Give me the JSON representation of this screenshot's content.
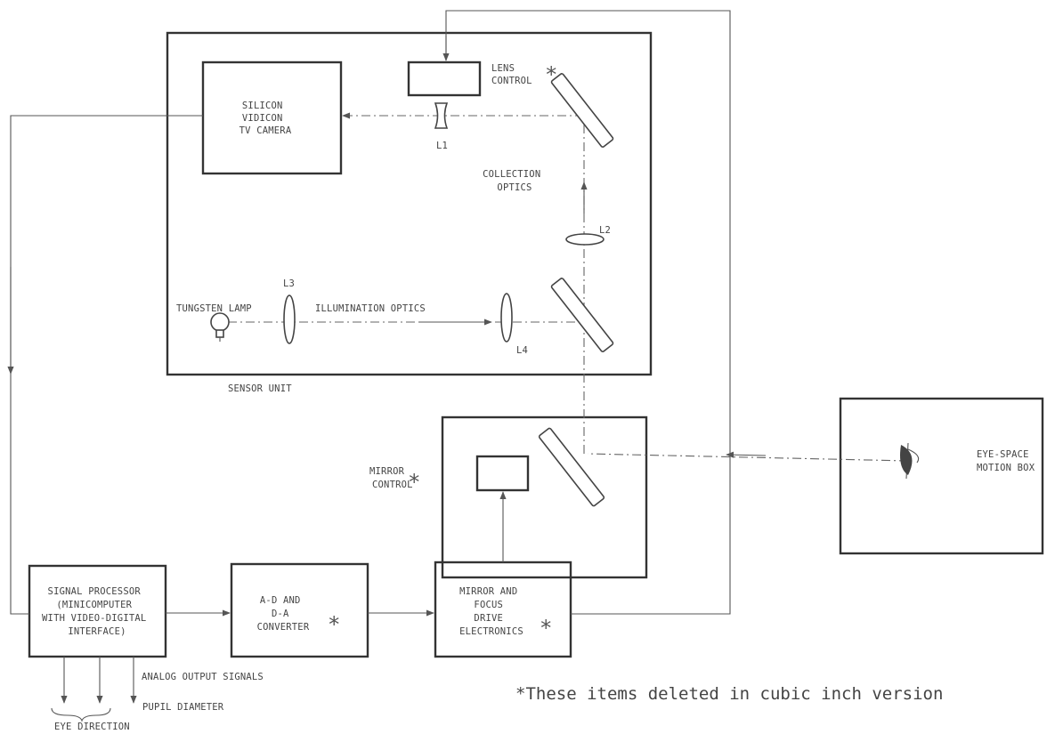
{
  "labels": {
    "lens_control": [
      "LENS",
      "CONTROL"
    ],
    "camera": [
      "SILICON",
      "VIDICON",
      "TV CAMERA"
    ],
    "l1": "L1",
    "l2": "L2",
    "l3": "L3",
    "l4": "L4",
    "collection_optics": [
      "COLLECTION",
      "OPTICS"
    ],
    "tungsten_lamp": "TUNGSTEN LAMP",
    "illumination_optics": "ILLUMINATION OPTICS",
    "sensor_unit": "SENSOR UNIT",
    "mirror_control": [
      "MIRROR",
      "CONTROL"
    ],
    "eye_space": [
      "EYE-SPACE",
      "MOTION BOX"
    ],
    "signal_processor": [
      "SIGNAL PROCESSOR",
      "(MINICOMPUTER",
      "WITH VIDEO-DIGITAL",
      "INTERFACE)"
    ],
    "ad_converter": [
      "A-D AND",
      "D-A",
      "CONVERTER"
    ],
    "drive_electronics": [
      "MIRROR AND",
      "FOCUS",
      "DRIVE",
      "ELECTRONICS"
    ],
    "analog_output": "ANALOG OUTPUT SIGNALS",
    "pupil_diameter": "PUPIL DIAMETER",
    "eye_direction": "EYE DIRECTION",
    "asterisk": "*",
    "footnote": "*These items deleted in cubic inch version"
  },
  "colors": {
    "ink": "#444444",
    "frame": "#333333",
    "background": "#ffffff"
  }
}
